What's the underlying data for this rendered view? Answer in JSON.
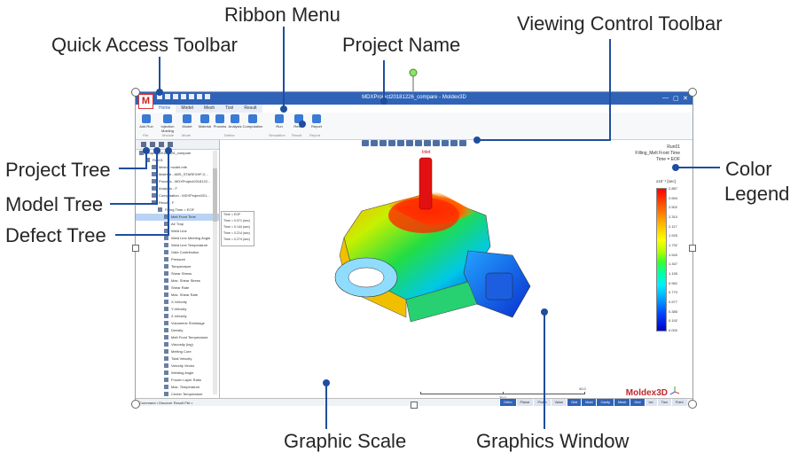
{
  "callouts": {
    "ribbon_menu": "Ribbon Menu",
    "quick_access_toolbar": "Quick Access Toolbar",
    "project_name": "Project Name",
    "viewing_control_toolbar": "Viewing Control  Toolbar",
    "project_tree": "Project Tree",
    "model_tree": "Model Tree",
    "defect_tree": "Defect Tree",
    "color_legend_line1": "Color",
    "color_legend_line2": "Legend",
    "graphic_scale": "Graphic Scale",
    "graphics_window": "Graphics Window"
  },
  "app": {
    "logo": "M",
    "title": "MDXProject20181226_compare - Moldex3D",
    "window_controls": [
      "—",
      "▢",
      "✕"
    ]
  },
  "ribbon": {
    "tabs": [
      "Home",
      "Model",
      "Mesh",
      "Tool",
      "Result"
    ],
    "active_tab": "Home",
    "buttons": [
      {
        "label": "Add Run",
        "icon": "add-run-icon"
      },
      {
        "label": "Injection Molding",
        "icon": "injection-molding-icon"
      },
      {
        "label": "Model",
        "icon": "model-icon"
      },
      {
        "label": "Material",
        "icon": "material-icon"
      },
      {
        "label": "Process",
        "icon": "process-icon"
      },
      {
        "label": "Analysis",
        "icon": "analysis-icon"
      },
      {
        "label": "Computation",
        "icon": "computation-icon"
      },
      {
        "label": "Run",
        "icon": "run-icon"
      },
      {
        "label": "Result",
        "icon": "result-icon"
      },
      {
        "label": "Report",
        "icon": "report-icon"
      }
    ],
    "groups": [
      "File",
      "Module",
      "Mode",
      "Define",
      "Simulation",
      "Result",
      "Report"
    ]
  },
  "tree": {
    "nodes": [
      {
        "label": "Project_20181226_compare",
        "indent": 0,
        "selected": false
      },
      {
        "label": "Run01",
        "indent": 1,
        "selected": false
      },
      {
        "label": "Mesh - model.mfe",
        "indent": 2,
        "selected": false
      },
      {
        "label": "Material - ABS_STAREXHF-0...",
        "indent": 2,
        "selected": false
      },
      {
        "label": "Process - MDXProject2018122...",
        "indent": 2,
        "selected": false
      },
      {
        "label": "Analysis - F",
        "indent": 2,
        "selected": false
      },
      {
        "label": "Computation - MDXProject201...",
        "indent": 2,
        "selected": false
      },
      {
        "label": "Result - F",
        "indent": 2,
        "selected": false
      },
      {
        "label": "Filling Time = EOF",
        "indent": 3,
        "selected": false
      },
      {
        "label": "Melt Front Time",
        "indent": 4,
        "selected": true
      },
      {
        "label": "Air Trap",
        "indent": 4,
        "selected": false
      },
      {
        "label": "Weld Line",
        "indent": 4,
        "selected": false
      },
      {
        "label": "Weld Line Meeting Angle",
        "indent": 4,
        "selected": false
      },
      {
        "label": "Weld Line Temperature",
        "indent": 4,
        "selected": false
      },
      {
        "label": "Gate Contribution",
        "indent": 4,
        "selected": false
      },
      {
        "label": "Pressure",
        "indent": 4,
        "selected": false
      },
      {
        "label": "Temperature",
        "indent": 4,
        "selected": false
      },
      {
        "label": "Shear Stress",
        "indent": 4,
        "selected": false
      },
      {
        "label": "Max. Shear Stress",
        "indent": 4,
        "selected": false
      },
      {
        "label": "Shear Rate",
        "indent": 4,
        "selected": false
      },
      {
        "label": "Max. Shear Rate",
        "indent": 4,
        "selected": false
      },
      {
        "label": "X-Velocity",
        "indent": 4,
        "selected": false
      },
      {
        "label": "Y-Velocity",
        "indent": 4,
        "selected": false
      },
      {
        "label": "Z-Velocity",
        "indent": 4,
        "selected": false
      },
      {
        "label": "Volumetric Shrinkage",
        "indent": 4,
        "selected": false
      },
      {
        "label": "Density",
        "indent": 4,
        "selected": false
      },
      {
        "label": "Melt Front Temperature",
        "indent": 4,
        "selected": false
      },
      {
        "label": "Viscosity (log)",
        "indent": 4,
        "selected": false
      },
      {
        "label": "Melting Core",
        "indent": 4,
        "selected": false
      },
      {
        "label": "Total Velocity",
        "indent": 4,
        "selected": false
      },
      {
        "label": "Velocity Vector",
        "indent": 4,
        "selected": false
      },
      {
        "label": "Welding Angle",
        "indent": 4,
        "selected": false
      },
      {
        "label": "Frozen Layer Ratio",
        "indent": 4,
        "selected": false
      },
      {
        "label": "Max. Temperature",
        "indent": 4,
        "selected": false
      },
      {
        "label": "Center Temperature",
        "indent": 4,
        "selected": false
      }
    ]
  },
  "popup": {
    "items": [
      "Time = EOF",
      "Time = 0.071 (sec)",
      "Time = 0.144 (sec)",
      "Time = 0.214 (sec)",
      "Time = 0.274 (sec)"
    ]
  },
  "view": {
    "info_lines": [
      "Run01",
      "Filling_Melt Front Time",
      "Time = EOF"
    ],
    "inlet_label": "Inlet",
    "brand": "Moldex3D",
    "scale_label_mid": "20.0",
    "scale_label_end": "40.0"
  },
  "legend": {
    "unit": "x10⁻¹ [sec]",
    "ticks": [
      "2.887",
      "2.694",
      "2.502",
      "2.310",
      "2.117",
      "1.925",
      "1.732",
      "1.540",
      "1.347",
      "1.155",
      "0.962",
      "0.770",
      "0.577",
      "0.385",
      "0.192",
      "0.000"
    ],
    "colors": {
      "max": "#ff0000",
      "min": "#0000cc"
    }
  },
  "status": {
    "command": "Command • Discover Result File •",
    "buttons": [
      "Ortho",
      "Planar",
      "Probe",
      "Value",
      "Grid",
      "Mold",
      "Cavity",
      "Mesh",
      "Grid",
      "Ice",
      "Tian",
      "Point"
    ],
    "active": [
      "Ortho",
      "Grid",
      "Mold",
      "Cavity",
      "Mesh"
    ]
  },
  "colors": {
    "accent": "#1f4e9e",
    "titlebar": "#2f63b8"
  }
}
